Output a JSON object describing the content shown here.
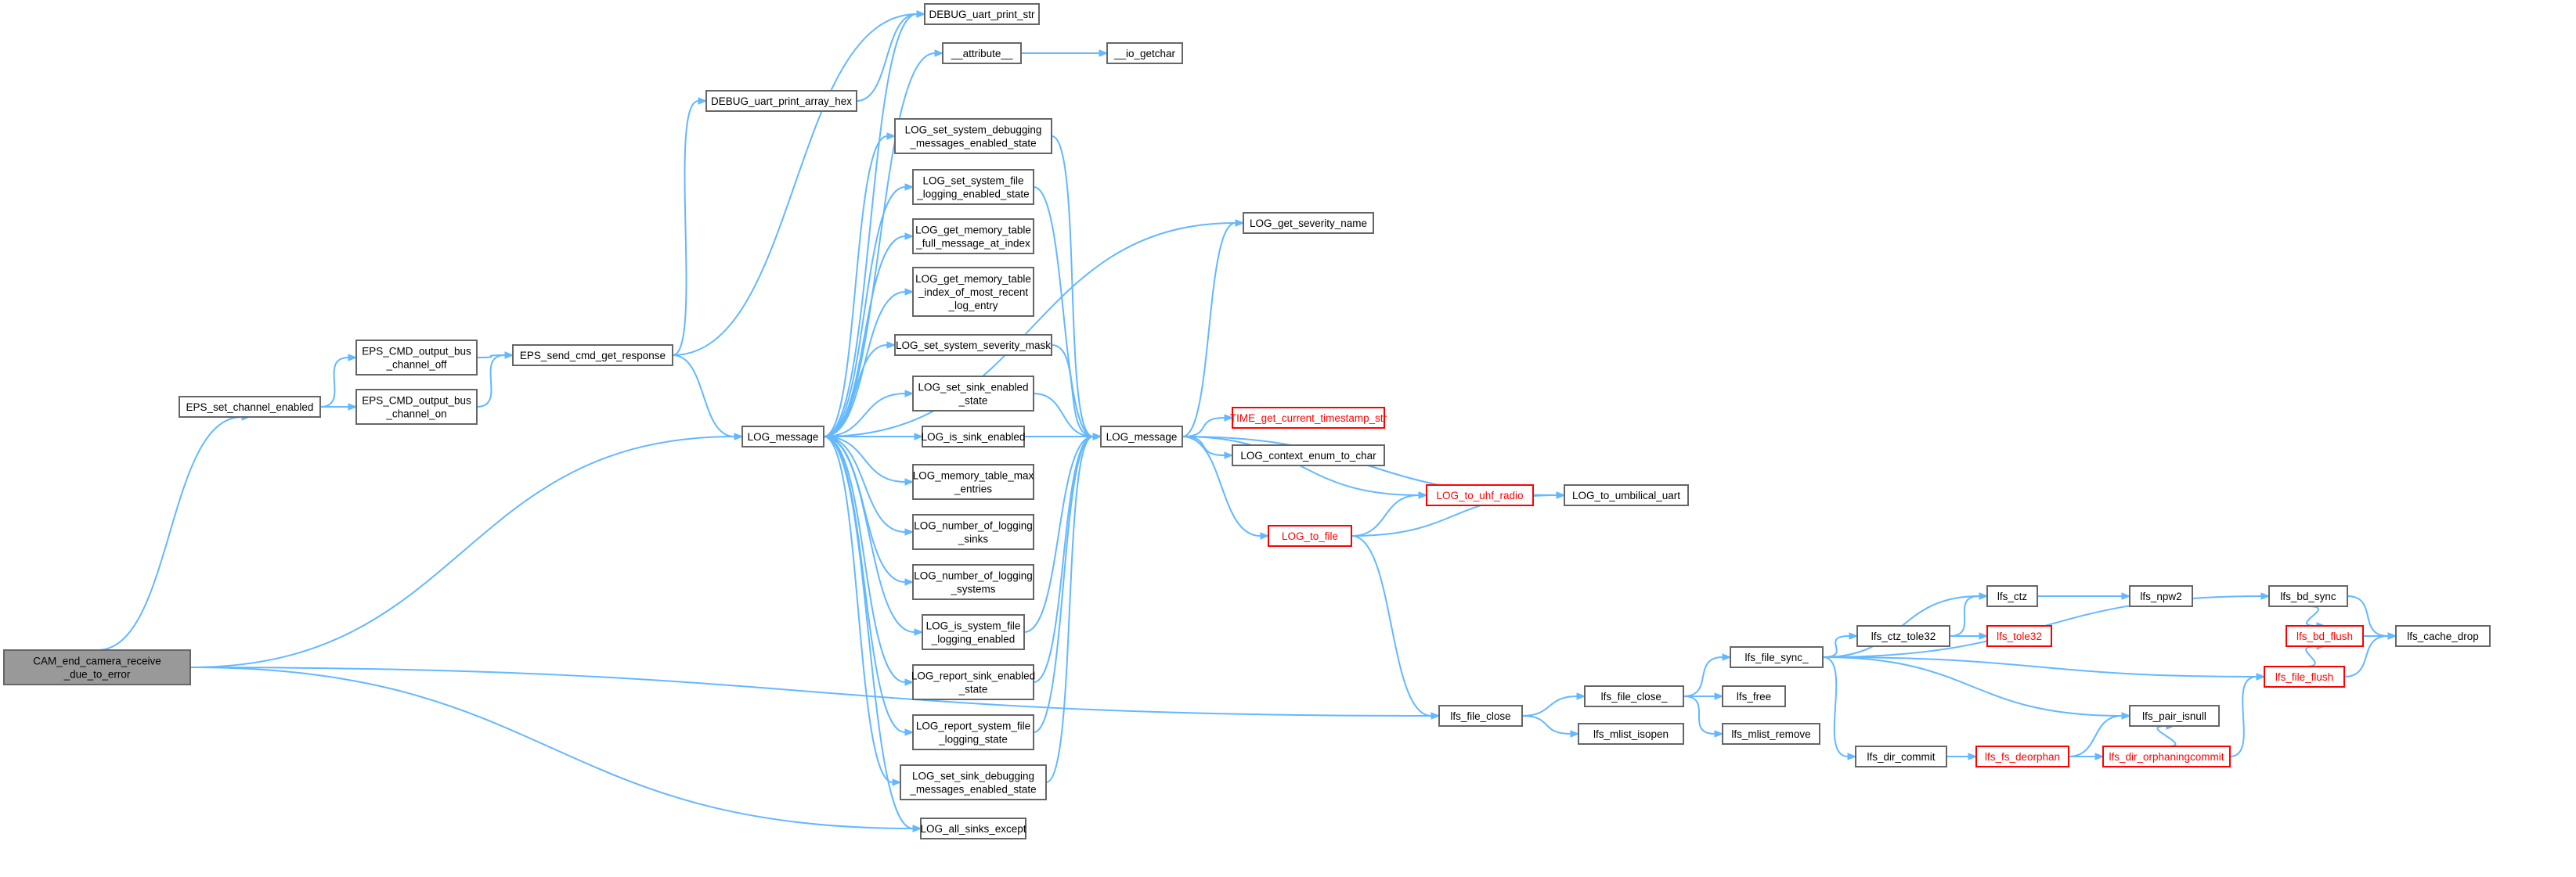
{
  "colors": {
    "edge": "#63b8ff",
    "node_border": "#666666",
    "root_fill": "#999999",
    "truncated_border": "#ff0000"
  },
  "nodes": [
    {
      "id": "root",
      "lines": [
        "CAM_end_camera_receive",
        "_due_to_error"
      ],
      "style": "root"
    },
    {
      "id": "eps_set",
      "lines": [
        "EPS_set_channel_enabled"
      ]
    },
    {
      "id": "eps_off",
      "lines": [
        "EPS_CMD_output_bus",
        "_channel_off"
      ]
    },
    {
      "id": "eps_on",
      "lines": [
        "EPS_CMD_output_bus",
        "_channel_on"
      ]
    },
    {
      "id": "eps_send",
      "lines": [
        "EPS_send_cmd_get_response"
      ]
    },
    {
      "id": "dbg_hex",
      "lines": [
        "DEBUG_uart_print_array_hex"
      ]
    },
    {
      "id": "dbg_str",
      "lines": [
        "DEBUG_uart_print_str"
      ]
    },
    {
      "id": "attr",
      "lines": [
        "__attribute__"
      ]
    },
    {
      "id": "getchar",
      "lines": [
        "__io_getchar"
      ]
    },
    {
      "id": "logmsg1",
      "lines": [
        "LOG_message"
      ]
    },
    {
      "id": "set_sys_dbg",
      "lines": [
        "LOG_set_system_debugging",
        "_messages_enabled_state"
      ]
    },
    {
      "id": "set_sys_file",
      "lines": [
        "LOG_set_system_file",
        "_logging_enabled_state"
      ]
    },
    {
      "id": "get_full",
      "lines": [
        "LOG_get_memory_table",
        "_full_message_at_index"
      ]
    },
    {
      "id": "get_idx",
      "lines": [
        "LOG_get_memory_table",
        "_index_of_most_recent",
        "_log_entry"
      ]
    },
    {
      "id": "set_sev",
      "lines": [
        "LOG_set_system_severity_mask"
      ]
    },
    {
      "id": "set_sink_en",
      "lines": [
        "LOG_set_sink_enabled",
        "_state"
      ]
    },
    {
      "id": "is_sink",
      "lines": [
        "LOG_is_sink_enabled"
      ]
    },
    {
      "id": "mem_max",
      "lines": [
        "LOG_memory_table_max",
        "_entries"
      ]
    },
    {
      "id": "num_sinks",
      "lines": [
        "LOG_number_of_logging",
        "_sinks"
      ]
    },
    {
      "id": "num_sys",
      "lines": [
        "LOG_number_of_logging",
        "_systems"
      ]
    },
    {
      "id": "is_sys_file",
      "lines": [
        "LOG_is_system_file",
        "_logging_enabled"
      ]
    },
    {
      "id": "rep_sink",
      "lines": [
        "LOG_report_sink_enabled",
        "_state"
      ]
    },
    {
      "id": "rep_sys_file",
      "lines": [
        "LOG_report_system_file",
        "_logging_state"
      ]
    },
    {
      "id": "set_sink_dbg",
      "lines": [
        "LOG_set_sink_debugging",
        "_messages_enabled_state"
      ]
    },
    {
      "id": "all_sinks",
      "lines": [
        "LOG_all_sinks_except"
      ]
    },
    {
      "id": "logmsg2",
      "lines": [
        "LOG_message"
      ]
    },
    {
      "id": "sev_name",
      "lines": [
        "LOG_get_severity_name"
      ]
    },
    {
      "id": "timestamp",
      "lines": [
        "TIME_get_current_timestamp_str"
      ],
      "style": "red"
    },
    {
      "id": "ctx_enum",
      "lines": [
        "LOG_context_enum_to_char"
      ]
    },
    {
      "id": "uhf",
      "lines": [
        "LOG_to_uhf_radio"
      ],
      "style": "red"
    },
    {
      "id": "umb",
      "lines": [
        "LOG_to_umbilical_uart"
      ]
    },
    {
      "id": "tofile",
      "lines": [
        "LOG_to_file"
      ],
      "style": "red"
    },
    {
      "id": "fclose",
      "lines": [
        "lfs_file_close"
      ]
    },
    {
      "id": "fclose_",
      "lines": [
        "lfs_file_close_"
      ]
    },
    {
      "id": "mlist_isopen",
      "lines": [
        "lfs_mlist_isopen"
      ]
    },
    {
      "id": "fsync_",
      "lines": [
        "lfs_file_sync_"
      ]
    },
    {
      "id": "lfree",
      "lines": [
        "lfs_free"
      ]
    },
    {
      "id": "mlist_remove",
      "lines": [
        "lfs_mlist_remove"
      ]
    },
    {
      "id": "ctz_tole32",
      "lines": [
        "lfs_ctz_tole32"
      ]
    },
    {
      "id": "ctz",
      "lines": [
        "lfs_ctz"
      ]
    },
    {
      "id": "npw2",
      "lines": [
        "lfs_npw2"
      ]
    },
    {
      "id": "tole32",
      "lines": [
        "lfs_tole32"
      ],
      "style": "red"
    },
    {
      "id": "dir_commit",
      "lines": [
        "lfs_dir_commit"
      ]
    },
    {
      "id": "deorphan",
      "lines": [
        "lfs_fs_deorphan"
      ],
      "style": "red"
    },
    {
      "id": "orphancommit",
      "lines": [
        "lfs_dir_orphaningcommit"
      ],
      "style": "red"
    },
    {
      "id": "pair_isnull",
      "lines": [
        "lfs_pair_isnull"
      ]
    },
    {
      "id": "bd_sync",
      "lines": [
        "lfs_bd_sync"
      ]
    },
    {
      "id": "bd_flush",
      "lines": [
        "lfs_bd_flush"
      ],
      "style": "red"
    },
    {
      "id": "file_flush",
      "lines": [
        "lfs_file_flush"
      ],
      "style": "red"
    },
    {
      "id": "cache_drop",
      "lines": [
        "lfs_cache_drop"
      ]
    }
  ],
  "edges": [
    [
      "root",
      "eps_set"
    ],
    [
      "root",
      "logmsg1"
    ],
    [
      "root",
      "all_sinks"
    ],
    [
      "root",
      "fclose"
    ],
    [
      "eps_set",
      "eps_off"
    ],
    [
      "eps_set",
      "eps_on"
    ],
    [
      "eps_off",
      "eps_send"
    ],
    [
      "eps_on",
      "eps_send"
    ],
    [
      "eps_send",
      "dbg_hex"
    ],
    [
      "eps_send",
      "dbg_str"
    ],
    [
      "eps_send",
      "logmsg1"
    ],
    [
      "dbg_hex",
      "dbg_str"
    ],
    [
      "attr",
      "getchar"
    ],
    [
      "logmsg1",
      "dbg_str"
    ],
    [
      "logmsg1",
      "attr"
    ],
    [
      "logmsg1",
      "sev_name"
    ],
    [
      "logmsg1",
      "set_sys_dbg"
    ],
    [
      "logmsg1",
      "set_sys_file"
    ],
    [
      "logmsg1",
      "get_full"
    ],
    [
      "logmsg1",
      "get_idx"
    ],
    [
      "logmsg1",
      "set_sev"
    ],
    [
      "logmsg1",
      "set_sink_en"
    ],
    [
      "logmsg1",
      "is_sink"
    ],
    [
      "logmsg1",
      "mem_max"
    ],
    [
      "logmsg1",
      "num_sinks"
    ],
    [
      "logmsg1",
      "num_sys"
    ],
    [
      "logmsg1",
      "is_sys_file"
    ],
    [
      "logmsg1",
      "rep_sink"
    ],
    [
      "logmsg1",
      "rep_sys_file"
    ],
    [
      "logmsg1",
      "set_sink_dbg"
    ],
    [
      "logmsg1",
      "all_sinks"
    ],
    [
      "set_sys_dbg",
      "logmsg2"
    ],
    [
      "set_sys_file",
      "logmsg2"
    ],
    [
      "set_sev",
      "logmsg2"
    ],
    [
      "set_sink_en",
      "logmsg2"
    ],
    [
      "is_sink",
      "logmsg2"
    ],
    [
      "is_sys_file",
      "logmsg2"
    ],
    [
      "rep_sink",
      "logmsg2"
    ],
    [
      "rep_sys_file",
      "logmsg2"
    ],
    [
      "set_sink_dbg",
      "logmsg2"
    ],
    [
      "logmsg2",
      "sev_name"
    ],
    [
      "logmsg2",
      "timestamp"
    ],
    [
      "logmsg2",
      "ctx_enum"
    ],
    [
      "logmsg2",
      "uhf"
    ],
    [
      "logmsg2",
      "umb"
    ],
    [
      "logmsg2",
      "tofile"
    ],
    [
      "uhf",
      "umb"
    ],
    [
      "tofile",
      "uhf"
    ],
    [
      "tofile",
      "umb"
    ],
    [
      "tofile",
      "fclose"
    ],
    [
      "fclose",
      "fclose_"
    ],
    [
      "fclose",
      "mlist_isopen"
    ],
    [
      "fclose_",
      "fsync_"
    ],
    [
      "fclose_",
      "lfree"
    ],
    [
      "fclose_",
      "mlist_remove"
    ],
    [
      "fsync_",
      "bd_sync"
    ],
    [
      "fsync_",
      "ctz"
    ],
    [
      "fsync_",
      "ctz_tole32"
    ],
    [
      "fsync_",
      "file_flush"
    ],
    [
      "fsync_",
      "pair_isnull"
    ],
    [
      "fsync_",
      "dir_commit"
    ],
    [
      "ctz_tole32",
      "ctz"
    ],
    [
      "ctz_tole32",
      "tole32"
    ],
    [
      "ctz",
      "npw2"
    ],
    [
      "dir_commit",
      "deorphan"
    ],
    [
      "dir_commit",
      "orphancommit"
    ],
    [
      "deorphan",
      "pair_isnull"
    ],
    [
      "deorphan",
      "orphancommit"
    ],
    [
      "orphancommit",
      "pair_isnull"
    ],
    [
      "orphancommit",
      "file_flush"
    ],
    [
      "file_flush",
      "bd_flush"
    ],
    [
      "file_flush",
      "cache_drop"
    ],
    [
      "bd_sync",
      "bd_flush"
    ],
    [
      "bd_sync",
      "cache_drop"
    ],
    [
      "bd_flush",
      "cache_drop"
    ]
  ]
}
